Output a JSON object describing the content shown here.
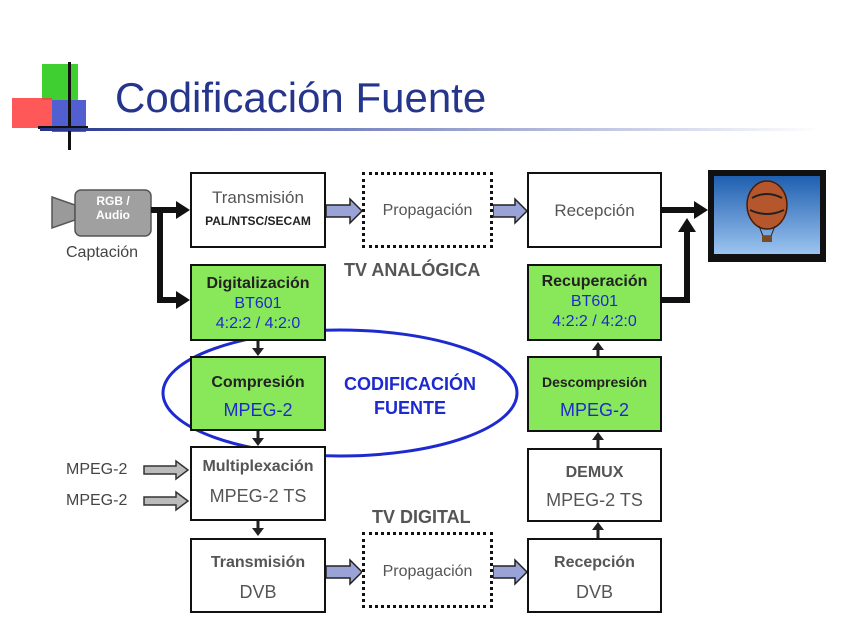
{
  "title": "Codificación Fuente",
  "source": {
    "camera_label": "RGB /\nAudio",
    "caption": "Captación"
  },
  "analog": {
    "section_label": "TV ANALÓGICA",
    "tx_title": "Transmisión",
    "tx_sub": "PAL/NTSC/SECAM",
    "propagation": "Propagación",
    "rx": "Recepción"
  },
  "digitalization": {
    "title": "Digitalización",
    "line1": "BT601",
    "line2": "4:2:2 / 4:2:0"
  },
  "recovery": {
    "title": "Recuperación",
    "line1": "BT601",
    "line2": "4:2:2 / 4:2:0"
  },
  "compression": {
    "title": "Compresión",
    "sub": "MPEG-2"
  },
  "decompression": {
    "title": "Descompresión",
    "sub": "MPEG-2"
  },
  "highlight": {
    "line1": "CODIFICACIÓN",
    "line2": "FUENTE"
  },
  "mux": {
    "title": "Multiplexación",
    "sub": "MPEG-2 TS",
    "input1": "MPEG-2",
    "input2": "MPEG-2"
  },
  "demux": {
    "title": "DEMUX",
    "sub": "MPEG-2 TS"
  },
  "digital": {
    "section_label": "TV DIGITAL",
    "tx_title": "Transmisión",
    "tx_sub": "DVB",
    "propagation": "Propagación",
    "rx_title": "Recepción",
    "rx_sub": "DVB"
  },
  "colors": {
    "title": "#26358c",
    "green": "#88e85a",
    "accent_blue": "#1d2ad0",
    "arrow_fill": "#9aa3d6"
  },
  "icons": {
    "decor": "logo-squares-icon",
    "camera": "camera-icon",
    "tv": "tv-icon"
  }
}
